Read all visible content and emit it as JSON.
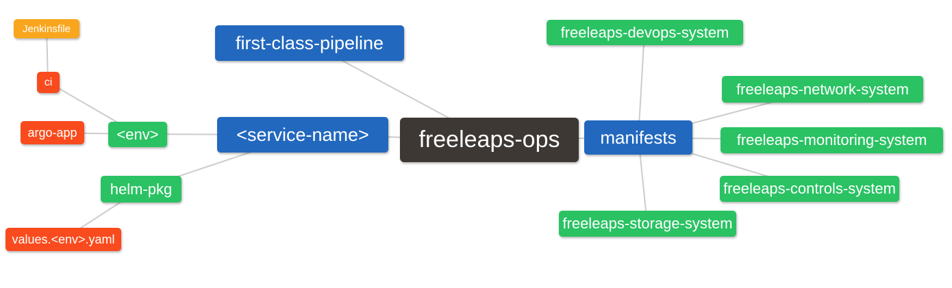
{
  "diagram": {
    "type": "mindmap",
    "root": "freeleaps-ops",
    "palette": {
      "root_node": "#3D3834",
      "branch_blue": "#2268BE",
      "leaf_green": "#2AC263",
      "leaf_red": "#F94B1D",
      "leaf_orange": "#F9A61E",
      "edge": "#CCCCCC",
      "text": "#FFFFFF",
      "background": "#FFFFFF"
    },
    "nodes": {
      "jenkinsfile": {
        "label": "Jenkinsfile"
      },
      "ci": {
        "label": "ci"
      },
      "argo_app": {
        "label": "argo-app"
      },
      "values_env_yaml": {
        "label": "values.<env>.yaml"
      },
      "env": {
        "label": "<env>"
      },
      "helm_pkg": {
        "label": "helm-pkg"
      },
      "first_class_pipeline": {
        "label": "first-class-pipeline"
      },
      "service_name": {
        "label": "<service-name>"
      },
      "freeleaps_ops": {
        "label": "freeleaps-ops"
      },
      "manifests": {
        "label": "manifests"
      },
      "devops_system": {
        "label": "freeleaps-devops-system"
      },
      "network_system": {
        "label": "freeleaps-network-system"
      },
      "monitoring_system": {
        "label": "freeleaps-monitoring-system"
      },
      "controls_system": {
        "label": "freeleaps-controls-system"
      },
      "storage_system": {
        "label": "freeleaps-storage-system"
      }
    },
    "edges": [
      [
        "jenkinsfile",
        "ci"
      ],
      [
        "ci",
        "env"
      ],
      [
        "argo_app",
        "env"
      ],
      [
        "env",
        "service_name"
      ],
      [
        "helm_pkg",
        "service_name"
      ],
      [
        "values_env_yaml",
        "helm_pkg"
      ],
      [
        "service_name",
        "freeleaps_ops"
      ],
      [
        "first_class_pipeline",
        "freeleaps_ops"
      ],
      [
        "freeleaps_ops",
        "manifests"
      ],
      [
        "manifests",
        "devops_system"
      ],
      [
        "manifests",
        "network_system"
      ],
      [
        "manifests",
        "monitoring_system"
      ],
      [
        "manifests",
        "controls_system"
      ],
      [
        "manifests",
        "storage_system"
      ]
    ]
  }
}
